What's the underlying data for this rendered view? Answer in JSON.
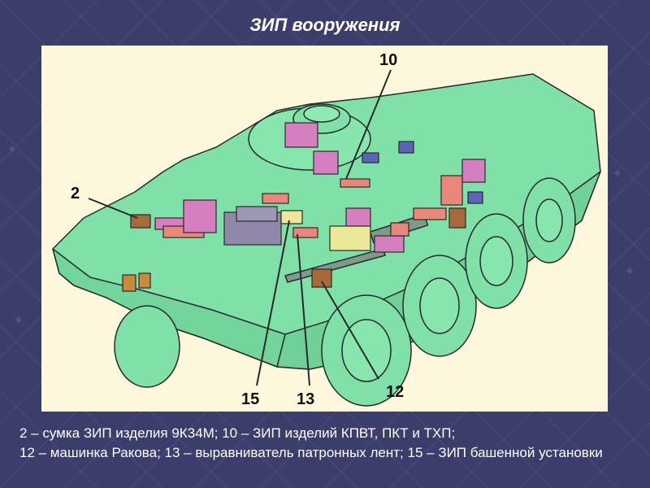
{
  "slide": {
    "title": "ЗИП вооружения"
  },
  "diagram": {
    "callouts": [
      {
        "id": "2",
        "label": "2"
      },
      {
        "id": "10",
        "label": "10"
      },
      {
        "id": "12",
        "label": "12"
      },
      {
        "id": "13",
        "label": "13"
      },
      {
        "id": "15",
        "label": "15"
      }
    ],
    "colors": {
      "hull": "#7fe0a8",
      "outline": "#2a2a2a",
      "background": "#fdf8dc",
      "kit_pink": "#d67fc0",
      "kit_salmon": "#e8877a",
      "kit_gray": "#8f88a8",
      "kit_brown": "#a86a3a",
      "kit_yellow": "#ece89a",
      "kit_blue": "#5a64b8"
    }
  },
  "caption": {
    "line1": "2 – сумка ЗИП изделия 9К34М; 10 – ЗИП изделий КПВТ, ПКТ и ТХП;",
    "line2": "12 – машинка Ракова; 13 – выравниватель патронных лент; 15 – ЗИП башенной установки"
  }
}
